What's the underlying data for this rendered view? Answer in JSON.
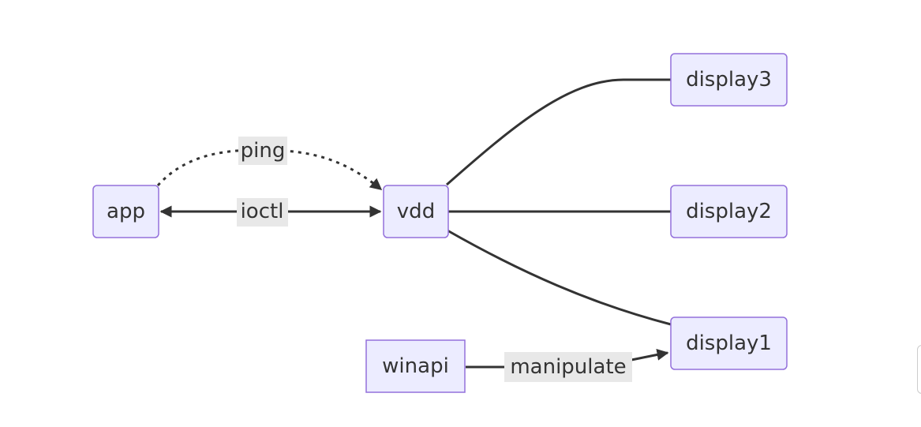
{
  "nodes": {
    "app": "app",
    "vdd": "vdd",
    "display1": "display1",
    "display2": "display2",
    "display3": "display3",
    "winapi": "winapi"
  },
  "edge_labels": {
    "ping": "ping",
    "ioctl": "ioctl",
    "manipulate": "manipulate"
  },
  "colors": {
    "node_fill": "#ececff",
    "node_stroke": "#9370db",
    "edge": "#333333",
    "label_bg": "#e8e8e8"
  }
}
